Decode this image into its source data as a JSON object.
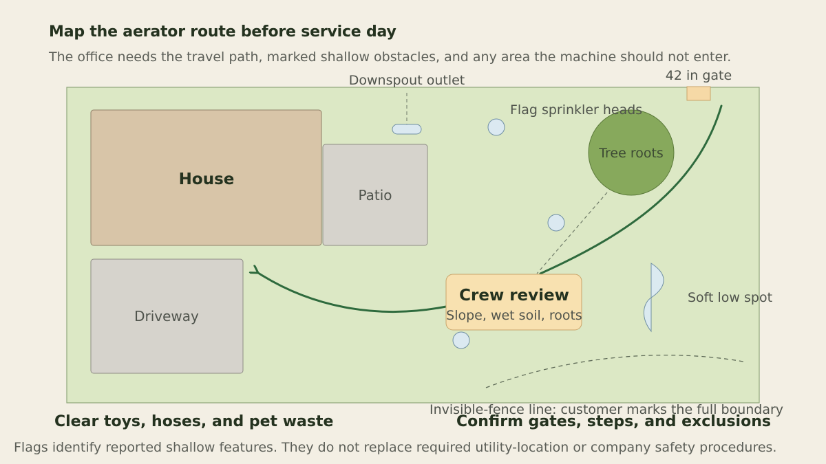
{
  "header": {
    "title": "Map the aerator route before service day",
    "subtitle": "The office needs the travel path, marked shallow obstacles, and any area the machine should not enter."
  },
  "map": {
    "gate_label": "42 in gate",
    "downspout_label": "Downspout outlet",
    "sprinkler_label": "Flag sprinkler heads",
    "tree_label": "Tree roots",
    "house_label": "House",
    "patio_label": "Patio",
    "driveway_label": "Driveway",
    "review_title": "Crew review",
    "review_subtitle": "Slope, wet soil, roots",
    "low_spot_label": "Soft low spot",
    "fence_label": "Invisible-fence line: customer marks the full boundary"
  },
  "footer": {
    "left_note": "Clear toys, hoses, and pet waste",
    "right_note": "Confirm gates, steps, and exclusions",
    "disclaimer": "Flags identify reported shallow features. They do not replace required utility-location or company safety procedures."
  },
  "colors": {
    "lawn": "#dce8c5",
    "house": "#d8c5a8",
    "paving": "#d6d3cc",
    "tree": "#87a95c",
    "route": "#2e6a3d",
    "review_box": "#f8e1b0",
    "gate": "#f6d9a6",
    "sprinkler": "#dbe9f1",
    "low_spot": "#dbeaf0"
  }
}
